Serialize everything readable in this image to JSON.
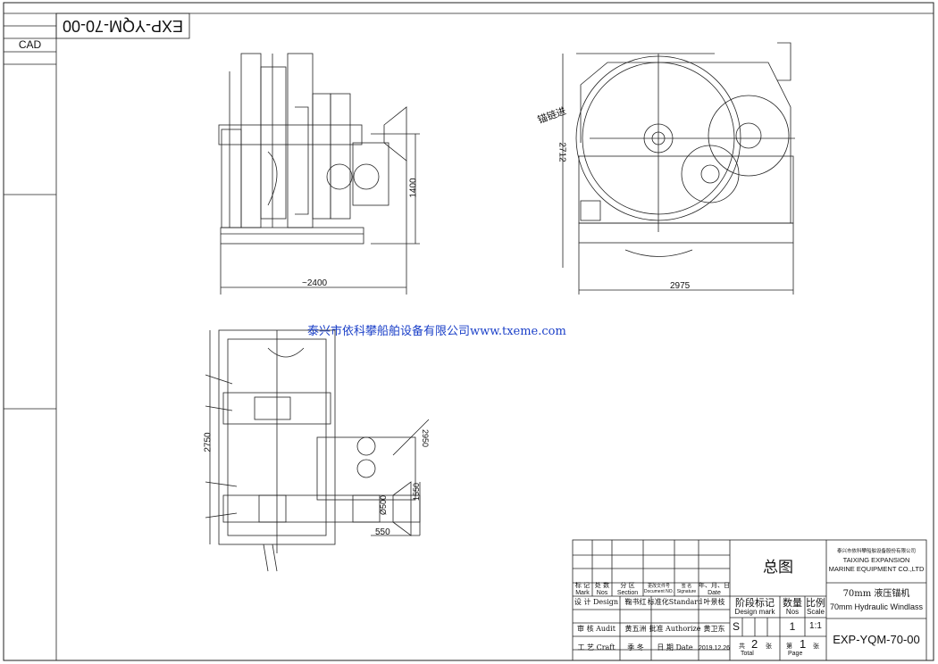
{
  "frame": {
    "reversed_code": "EXP-YQM-70-00",
    "left_label": "CAD"
  },
  "watermark": "泰兴市依科攀船舶设备有限公司www.txeme.com",
  "views": {
    "front": {
      "height_dim": "1400",
      "width_dim": "~2400"
    },
    "side": {
      "chain_label": "锚链进",
      "height_dim": "2712",
      "width_dim": "2975"
    },
    "plan": {
      "height_dim": "2750",
      "dim_a": "2950",
      "dim_b": "1550",
      "dim_c": "Ø500",
      "dim_d": "550"
    }
  },
  "title_block": {
    "headers": {
      "mark": "标 记",
      "mark_en": "Mark",
      "nos": "处 数",
      "nos_en": "Nos",
      "section": "分 区",
      "section_en": "Section",
      "document": "更改文件号",
      "document_en": "Document NO.",
      "signature": "签 名",
      "signature_en": "Signature",
      "date": "年、月、日",
      "date_en": "Date"
    },
    "rows": {
      "design_label": "设 计 Design",
      "design_name": "鞠书红",
      "standard_label": "标准化Standard",
      "standard_name": "叶景枝",
      "audit_label": "审 核 Audit",
      "audit_name": "黄五洲",
      "authorize_label": "批准 Authorize",
      "authorize_name": "黄卫东",
      "craft_label": "工 艺 Craft",
      "craft_name": "季 冬",
      "date_label": "日 期 Date",
      "date_value": "2019.12.26"
    },
    "drawing_title": "总图",
    "design_mark_cn": "阶段标记",
    "design_mark_en": "Design mark",
    "nos_cn": "数量",
    "nos_en": "Nos",
    "scale_cn": "比例",
    "scale_en": "Scale",
    "stage": "S",
    "quantity": "1",
    "scale": "1:1",
    "total_prefix": "共",
    "total_value": "2",
    "total_suffix": "张",
    "total_en": "Total",
    "page_prefix": "第",
    "page_value": "1",
    "page_suffix": "张",
    "page_en": "Page",
    "company_cn": "泰兴市依科攀船舶设备股份有限公司",
    "company_en_1": "TAIXING EXPANSION",
    "company_en_2": "MARINE EQUIPMENT CO.,LTD",
    "product_cn": "70mm 液压锚机",
    "product_en": "70mm Hydraulic Windlass",
    "drawing_no": "EXP-YQM-70-00"
  }
}
